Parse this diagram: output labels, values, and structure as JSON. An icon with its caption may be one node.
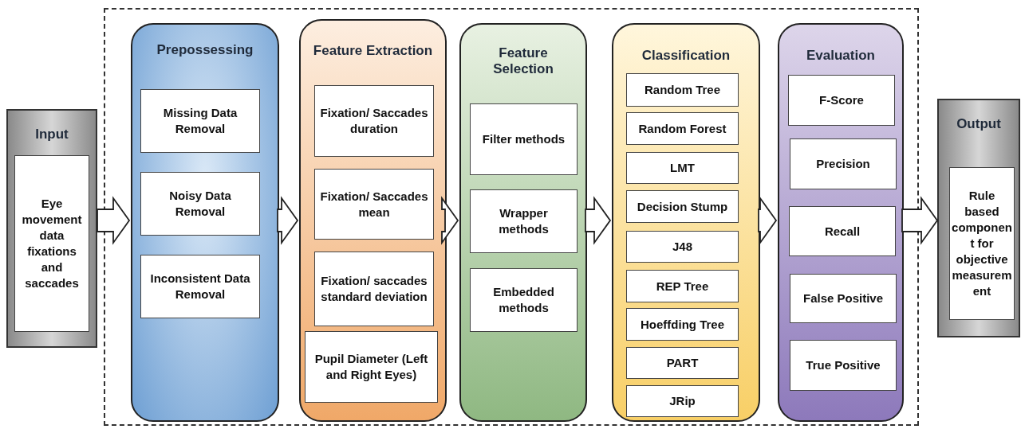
{
  "diagram": {
    "nodes": [
      {
        "text": [
          "Input"
        ]
      },
      {
        "text": [
          "Eye movement data fixations and saccades"
        ],
        "in": 0
      },
      {
        "text": [],
        "shape": "box"
      },
      {
        "text": [
          "Prepossessing"
        ],
        "in": 2
      },
      {
        "text": [
          "Missing Data Removal"
        ],
        "in": 3
      },
      {
        "text": [
          "Noisy Data Removal"
        ],
        "in": 3
      },
      {
        "text": [
          "Inconsistent Data Removal"
        ],
        "in": 3
      },
      {
        "text": [
          "Feature Extraction"
        ],
        "in": 2
      },
      {
        "text": [
          "Fixation/ Saccades duration"
        ],
        "in": 7
      },
      {
        "text": [
          "Fixation/ Saccades mean"
        ],
        "in": 7
      },
      {
        "text": [
          "Fixation/ saccades standard deviation"
        ],
        "in": 7
      },
      {
        "text": [
          "Pupil Diameter (Left and Right Eyes)"
        ],
        "in": 7
      },
      {
        "text": [
          "Feature Selection"
        ],
        "in": 2
      },
      {
        "text": [
          "Filter methods"
        ],
        "in": 12
      },
      {
        "text": [
          "Wrapper methods"
        ],
        "in": 12
      },
      {
        "text": [
          "Embedded methods"
        ],
        "in": 12
      },
      {
        "text": [
          "Classification"
        ],
        "in": 2
      },
      {
        "text": [
          "Random Tree"
        ],
        "in": 16
      },
      {
        "text": [
          "Random Forest"
        ],
        "in": 16
      },
      {
        "text": [
          "LMT"
        ],
        "in": 16
      },
      {
        "text": [
          "Decision Stump"
        ],
        "in": 16
      },
      {
        "text": [
          "J48"
        ],
        "in": 16
      },
      {
        "text": [
          "REP Tree"
        ],
        "in": 16
      },
      {
        "text": [
          "Hoeffding Tree"
        ],
        "in": 16
      },
      {
        "text": [
          "PART"
        ],
        "in": 16
      },
      {
        "text": [
          "JRip"
        ],
        "in": 16
      },
      {
        "text": [
          "Evaluation"
        ],
        "in": 2
      },
      {
        "text": [
          "F-Score"
        ],
        "in": 26
      },
      {
        "text": [
          "Precision"
        ],
        "in": 26
      },
      {
        "text": [
          "Recall"
        ],
        "in": 26
      },
      {
        "text": [
          "False Positive"
        ],
        "in": 26
      },
      {
        "text": [
          "True Positive"
        ],
        "in": 26
      },
      {
        "text": [
          "Output"
        ]
      },
      {
        "text": [
          "Rule based component for objective measurement"
        ],
        "in": 32
      }
    ],
    "edges": [
      {
        "from": 0,
        "to": 3,
        "arrow": "to"
      },
      {
        "from": 3,
        "to": 7,
        "arrow": "to"
      },
      {
        "from": 7,
        "to": 12,
        "arrow": "to"
      },
      {
        "from": 12,
        "to": 16,
        "arrow": "to"
      },
      {
        "from": 16,
        "to": 26,
        "arrow": "to"
      },
      {
        "from": 26,
        "to": 32,
        "arrow": "to"
      }
    ]
  }
}
